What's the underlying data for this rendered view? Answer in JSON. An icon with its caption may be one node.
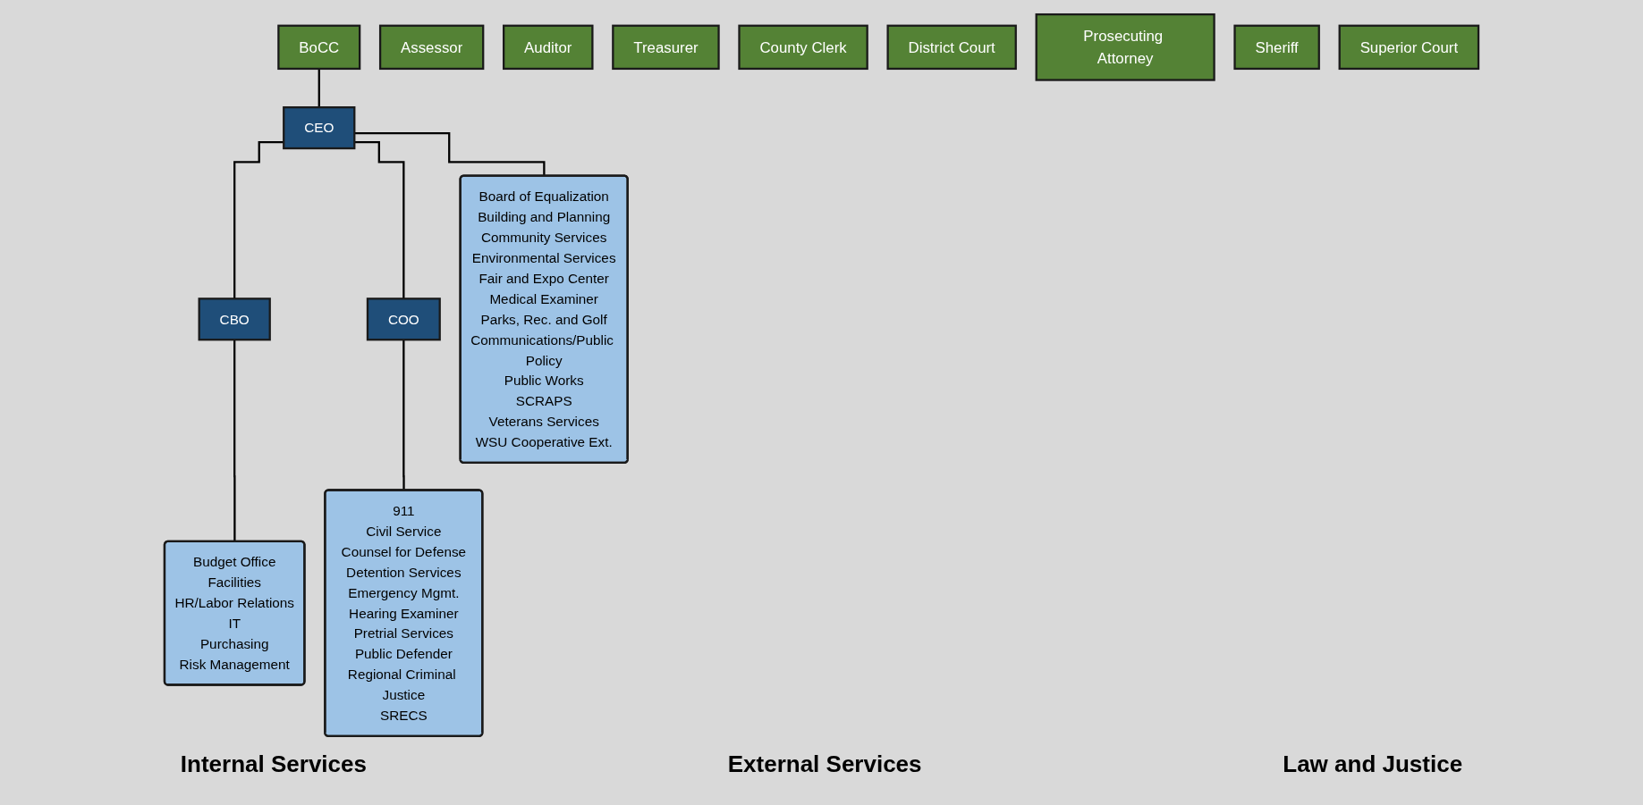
{
  "diagram": {
    "nodes": [
      {
        "text": [
          "BoCC"
        ]
      },
      {
        "text": [
          "Assessor"
        ]
      },
      {
        "text": [
          "Auditor"
        ]
      },
      {
        "text": [
          "Treasurer"
        ]
      },
      {
        "text": [
          "CEO"
        ]
      },
      {
        "text": [
          "County Clerk"
        ]
      },
      {
        "text": [
          "District Court"
        ]
      },
      {
        "text": [
          "Prosecuting Attorney"
        ]
      },
      {
        "text": [
          "Sheriff"
        ]
      },
      {
        "text": [
          "Superior Court"
        ]
      },
      {
        "text": [
          "CBO"
        ]
      },
      {
        "text": [
          "COO"
        ]
      },
      {
        "text": [
          "Budget Office",
          "Facilities",
          "HR/Labor Relations",
          "IT",
          "Purchasing",
          "Risk Management"
        ]
      },
      {
        "text": [
          "Board of Equalization",
          "Building and Planning",
          "Community Services",
          "Environmental Services",
          "Fair and Expo Center",
          "Medical Examiner",
          "Parks, Rec. and Golf",
          "Communications/Public Policy",
          "Public Works",
          "SCRAPS",
          "Veterans Services",
          "WSU Cooperative Ext."
        ]
      },
      {
        "text": [
          "911",
          "Civil Service",
          "Counsel for Defense",
          "Detention Services",
          "Emergency Mgmt.",
          "Hearing Examiner",
          "Pretrial Services",
          "Public Defender",
          "Regional Criminal Justice",
          "SRECS"
        ]
      }
    ],
    "edges": [
      {
        "from": 0,
        "to": 4,
        "arrow": "none"
      },
      {
        "from": 4,
        "to": 10,
        "arrow": "none"
      },
      {
        "from": 4,
        "to": 13,
        "arrow": "none"
      },
      {
        "from": 4,
        "to": 11,
        "arrow": "none"
      },
      {
        "from": 10,
        "to": 12,
        "arrow": "none"
      },
      {
        "from": 11,
        "to": 14,
        "arrow": "none"
      }
    ],
    "labels": [
      "Internal Services",
      "External Services",
      "Law and Justice"
    ]
  }
}
